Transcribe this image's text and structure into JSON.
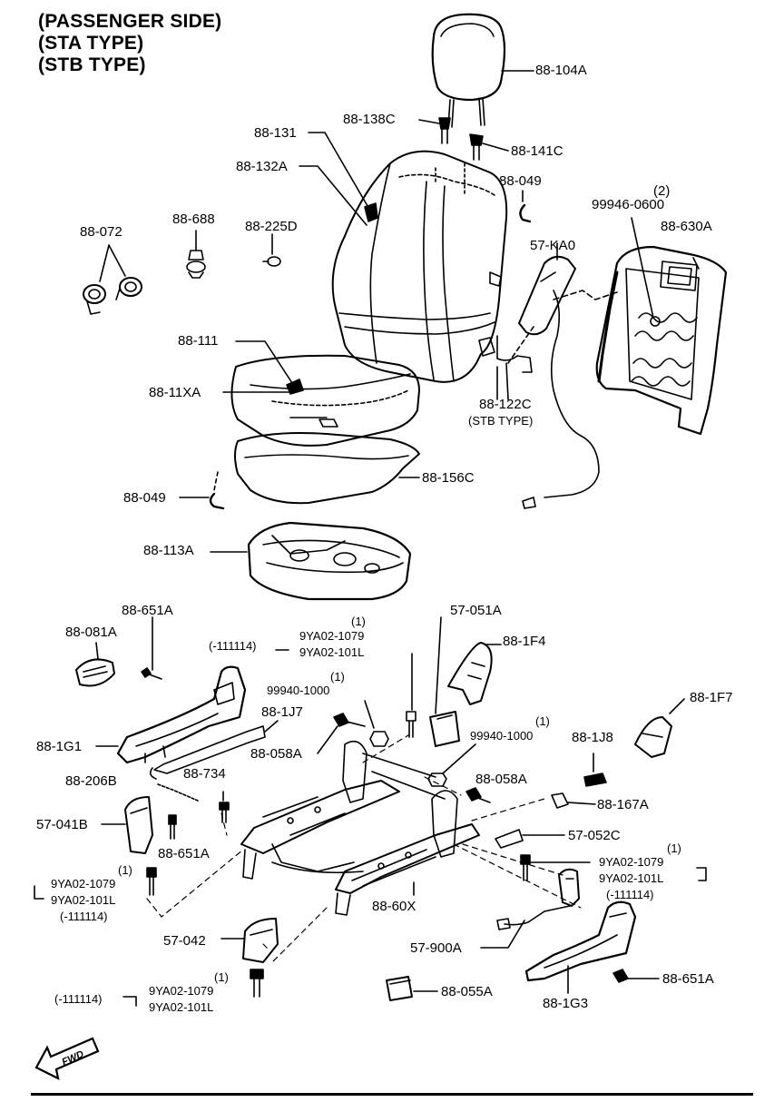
{
  "header": {
    "line1": "(PASSENGER SIDE)",
    "line2": "(STA TYPE)",
    "line3": "(STB TYPE)"
  },
  "labels": {
    "l_104A": "88-104A",
    "l_138C": "88-138C",
    "l_131": "88-131",
    "l_141C": "88-141C",
    "l_132A": "88-132A",
    "l_049a": "88-049",
    "l_99946": "99946-0600",
    "l_99946q": "(2)",
    "l_630A": "88-630A",
    "l_072": "88-072",
    "l_688": "88-688",
    "l_225D": "88-225D",
    "l_KA0": "57-KA0",
    "l_111": "88-111",
    "l_11XA": "88-11XA",
    "l_122C": "88-122C",
    "l_stb": "(STB TYPE)",
    "l_156C": "88-156C",
    "l_049b": "88-049",
    "l_113A": "88-113A",
    "l_651Aa": "88-651A",
    "l_081A": "88-081A",
    "l_9ya1q": "(1)",
    "l_9ya1a": "9YA02-1079",
    "l_9ya1b": "9YA02-101L",
    "l_9ya1c": "(-111114)",
    "l_051A": "57-051A",
    "l_1F4": "88-1F4",
    "l_99940aq": "(1)",
    "l_99940a": "99940-1000",
    "l_1J7": "88-1J7",
    "l_1F7": "88-1F7",
    "l_1G1": "88-1G1",
    "l_058Aa": "88-058A",
    "l_99940bq": "(1)",
    "l_99940b": "99940-1000",
    "l_1J8": "88-1J8",
    "l_206B": "88-206B",
    "l_734": "88-734",
    "l_058Ab": "88-058A",
    "l_167A": "88-167A",
    "l_041B": "57-041B",
    "l_052C": "57-052C",
    "l_651Ab": "88-651A",
    "l_9ya2q": "(1)",
    "l_9ya2a": "9YA02-1079",
    "l_9ya2b": "9YA02-101L",
    "l_9ya2c": "(-111114)",
    "l_9ya3q": "(1)",
    "l_9ya3a": "9YA02-1079",
    "l_9ya3b": "9YA02-101L",
    "l_9ya3c": "(-111114)",
    "l_60X": "88-60X",
    "l_042": "57-042",
    "l_900A": "57-900A",
    "l_9ya4q": "(1)",
    "l_9ya4a": "9YA02-1079",
    "l_9ya4b": "9YA02-101L",
    "l_9ya4c": "(-111114)",
    "l_651Ac": "88-651A",
    "l_055A": "88-055A",
    "l_1G3": "88-1G3",
    "fwd": "FWD"
  }
}
